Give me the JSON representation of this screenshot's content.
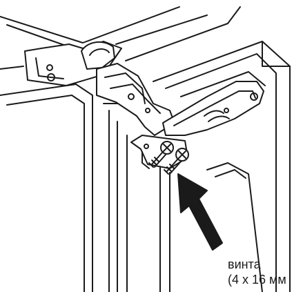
{
  "callout": {
    "line1": "винта",
    "line2": "(4 x 16 мм"
  },
  "icons": [
    "hinge-illustration",
    "screw-icon",
    "pointer-arrow"
  ]
}
